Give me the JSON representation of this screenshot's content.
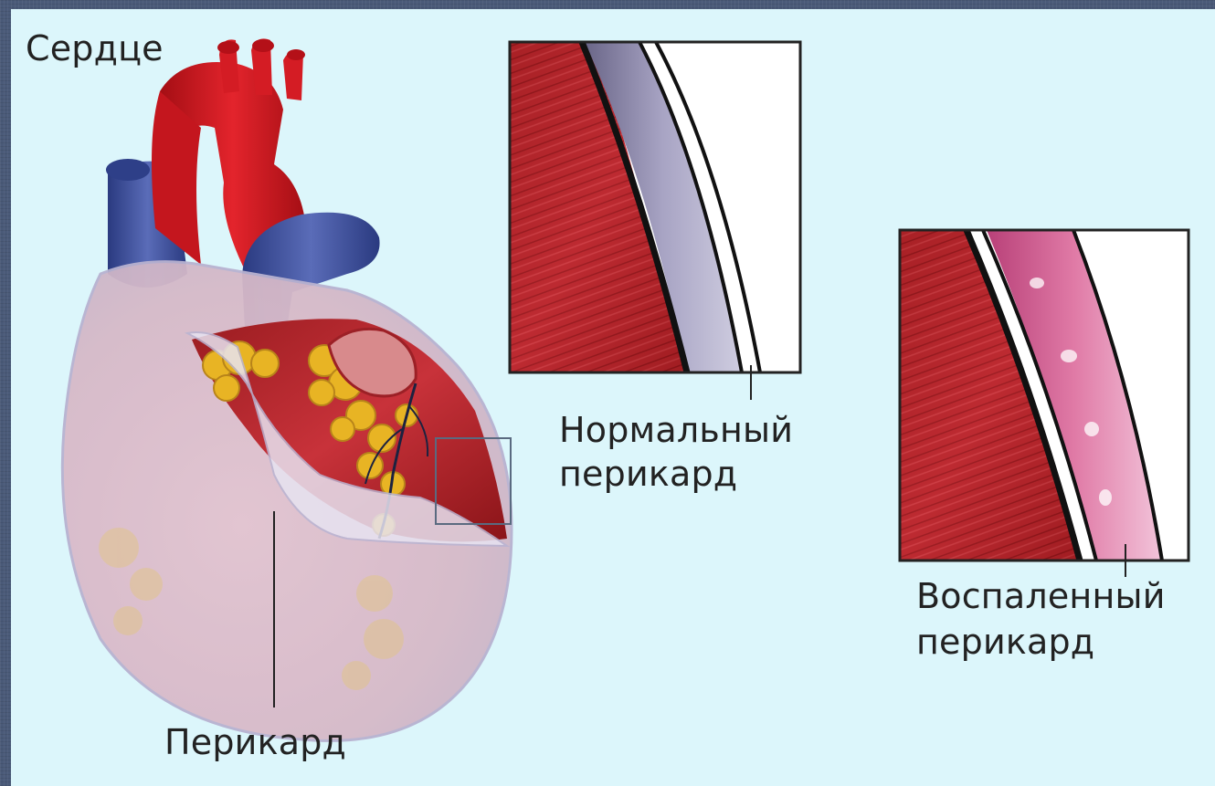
{
  "labels": {
    "heart": "Сердце",
    "pericardium": "Перикард",
    "normal_line1": "Нормальный",
    "normal_line2": "перикард",
    "inflamed_line1": "Воспаленный",
    "inflamed_line2": "перикард"
  },
  "colors": {
    "background": "#dcf6fb",
    "border": "#4a5a78",
    "muscle": "#b4242a",
    "aorta": "#d61a22",
    "veins": "#3a4e9a",
    "fat": "#e8b424",
    "pericardium_sac": "#d7c9dd",
    "normal_layer": "#8a86a8",
    "inflamed_layer": "#d46a96"
  }
}
